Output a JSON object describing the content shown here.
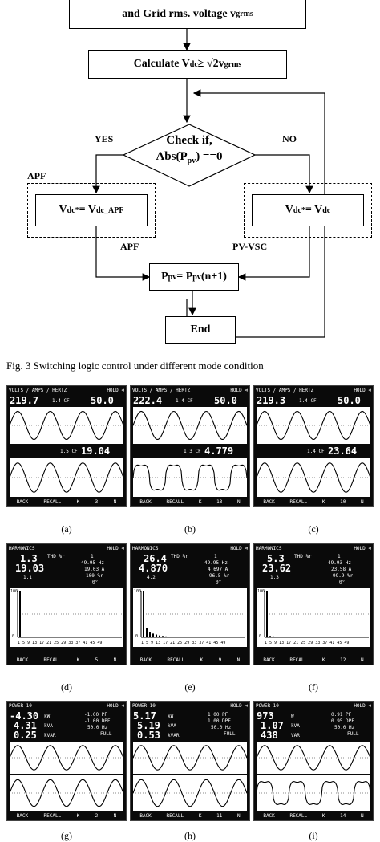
{
  "flowchart": {
    "top_box": "and Grid rms. voltage v",
    "top_box_sub": "grms",
    "calc_box": "Calculate V",
    "calc_sub1": "dc",
    "calc_mid": " ≥ √2v",
    "calc_sub2": "grms",
    "decision_line1": "Check if,",
    "decision_line2": "Abs(P",
    "decision_sub": "pv",
    "decision_end": ") ==0",
    "yes_label": "YES",
    "no_label": "NO",
    "apf_label_top": "APF",
    "apf_label_bottom": "APF",
    "pvvsc_label": "PV-VSC",
    "left_box": "V",
    "left_box_sub": "dc",
    "left_box_sup": "*",
    "left_box_eq": " = V",
    "left_box_sub2": "dc_APF",
    "right_box": "V",
    "right_box_sub": "dc",
    "right_box_sup": "*",
    "right_box_eq": " = V",
    "right_box_sub2": "dc",
    "ppv_box": "P",
    "ppv_sub": "pv",
    "ppv_eq": " = P",
    "ppv_sub2": "pv",
    "ppv_end": "(n+1)",
    "end_box": "End"
  },
  "caption": "Fig. 3 Switching logic control under different mode condition",
  "meters_row1": [
    {
      "header": "VOLTS / AMPS / HERTZ",
      "hold": "HOLD",
      "v": "219.7",
      "cf": "1.4 CF",
      "hz": "50.0",
      "i": "19.04",
      "icf": "1.5 CF",
      "footer": [
        "BACK",
        "RECALL",
        "3"
      ],
      "label": "(a)"
    },
    {
      "header": "VOLTS / AMPS / HERTZ",
      "hold": "HOLD",
      "v": "222.4",
      "cf": "1.4 CF",
      "hz": "50.0",
      "i": "4.779",
      "icf": "1.3 CF",
      "footer": [
        "BACK",
        "RECALL",
        "13"
      ],
      "label": "(b)"
    },
    {
      "header": "VOLTS / AMPS / HERTZ",
      "hold": "HOLD",
      "v": "219.3",
      "cf": "1.4 CF",
      "hz": "50.0",
      "i": "23.64",
      "icf": "1.4 CF",
      "footer": [
        "BACK",
        "RECALL",
        "10"
      ],
      "label": "(c)"
    }
  ],
  "meters_row2": [
    {
      "header": "HARMONICS",
      "hold": "HOLD",
      "thd": "1.3",
      "amp": "19.03",
      "k": "1.1",
      "h1": "1",
      "hz": "49.95",
      "a": "19.03",
      "pct": "100",
      "deg": "0",
      "footer": [
        "BACK",
        "RECALL",
        "5"
      ],
      "label": "(d)",
      "axis": "1 5 9 13 17 21 25 29 33 37 41 45 49",
      "bars": [
        100,
        0.5,
        0.3,
        0.2,
        0.2,
        0.1,
        0.1,
        0.1,
        0.05,
        0.05,
        0.05,
        0.05,
        0.05
      ]
    },
    {
      "header": "HARMONICS",
      "hold": "HOLD",
      "thd": "26.4",
      "amp": "4.870",
      "k": "4.2",
      "h1": "1",
      "hz": "49.95",
      "a": "4.697",
      "pct": "96.5",
      "deg": "0",
      "footer": [
        "BACK",
        "RECALL",
        "9"
      ],
      "label": "(e)",
      "axis": "1 5 9 13 17 21 25 29 33 37 41 45 49",
      "bars": [
        100,
        20,
        12,
        8,
        6,
        4,
        3,
        2,
        1.5,
        1,
        1,
        0.5,
        0.5
      ]
    },
    {
      "header": "HARMONICS",
      "hold": "HOLD",
      "thd": "5.3",
      "amp": "23.62",
      "k": "1.3",
      "h1": "1",
      "hz": "49.93",
      "a": "23.58",
      "pct": "99.9",
      "deg": "0",
      "footer": [
        "BACK",
        "RECALL",
        "12"
      ],
      "label": "(f)",
      "axis": "1 5 9 13 17 21 25 29 33 37 41 45 49",
      "bars": [
        100,
        3,
        2,
        1.5,
        1,
        0.8,
        0.5,
        0.4,
        0.3,
        0.2,
        0.2,
        0.1,
        0.1
      ]
    }
  ],
  "meters_row3": [
    {
      "header": "POWER 10",
      "hold": "HOLD",
      "p": "-4.30",
      "pu": "kW",
      "s": "4.31",
      "su": "kVA",
      "q": "0.25",
      "qu": "kVAR",
      "pf": "-1.00 PF",
      "dpf": "-1.00 DPF",
      "hz": "50.0 Hz",
      "full": "FULL",
      "footer": [
        "BACK",
        "RECALL",
        "2"
      ],
      "label": "(g)"
    },
    {
      "header": "POWER 10",
      "hold": "HOLD",
      "p": "5.17",
      "pu": "kW",
      "s": "5.19",
      "su": "kVA",
      "q": "0.53",
      "qu": "kVAR",
      "pf": "1.00 PF",
      "dpf": "1.00 DPF",
      "hz": "50.0 Hz",
      "full": "FULL",
      "footer": [
        "BACK",
        "RECALL",
        "11"
      ],
      "label": "(h)"
    },
    {
      "header": "POWER 10",
      "hold": "HOLD",
      "p": "973",
      "pu": "W",
      "s": "1.07",
      "su": "kVA",
      "q": "438",
      "qu": "VAR",
      "pf": "0.91 PF",
      "dpf": "0.95 DPF",
      "hz": "50.0 Hz",
      "full": "FULL",
      "footer": [
        "BACK",
        "RECALL",
        "14"
      ],
      "label": "(i)"
    }
  ]
}
